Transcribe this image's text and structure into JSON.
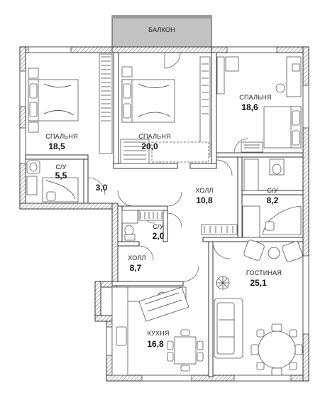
{
  "balcony": {
    "label": "БАЛКОН",
    "color": "#c2c2c2"
  },
  "rooms": {
    "bedroom_left": {
      "name": "СПАЛЬНЯ",
      "area": "18,5"
    },
    "bedroom_mid": {
      "name": "СПАЛЬНЯ",
      "area": "20,0"
    },
    "bedroom_right": {
      "name": "СПАЛЬНЯ",
      "area": "18,6"
    },
    "bath_left": {
      "name": "С/У",
      "area": "5,5"
    },
    "closet": {
      "name": "",
      "area": "3,0"
    },
    "hall_main": {
      "name": "ХОЛЛ",
      "area": "10,8"
    },
    "bath_right": {
      "name": "С/У",
      "area": "8,2"
    },
    "bath_small": {
      "name": "С/У",
      "area": "2,0"
    },
    "hall_lower": {
      "name": "ХОЛЛ",
      "area": "8,7"
    },
    "living": {
      "name": "ГОСТИНАЯ",
      "area": "25,1"
    },
    "kitchen": {
      "name": "КУХНЯ",
      "area": "16,8"
    }
  },
  "colors": {
    "wall": "#333333",
    "hatch": "#8a8a8a",
    "background": "#ffffff"
  }
}
